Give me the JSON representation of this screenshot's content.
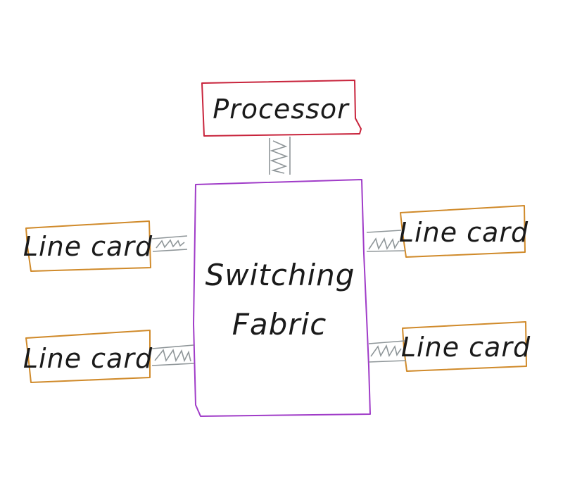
{
  "processor": {
    "label": "Processor",
    "color": "#c8243c"
  },
  "fabric": {
    "line1": "Switching",
    "line2": "Fabric",
    "color": "#a03cc8"
  },
  "line_cards": {
    "color": "#d08a2a",
    "left_top": "Line card",
    "left_bottom": "Line card",
    "right_top": "Line card",
    "right_bottom": "Line card"
  },
  "connector_color": "#8f9699"
}
